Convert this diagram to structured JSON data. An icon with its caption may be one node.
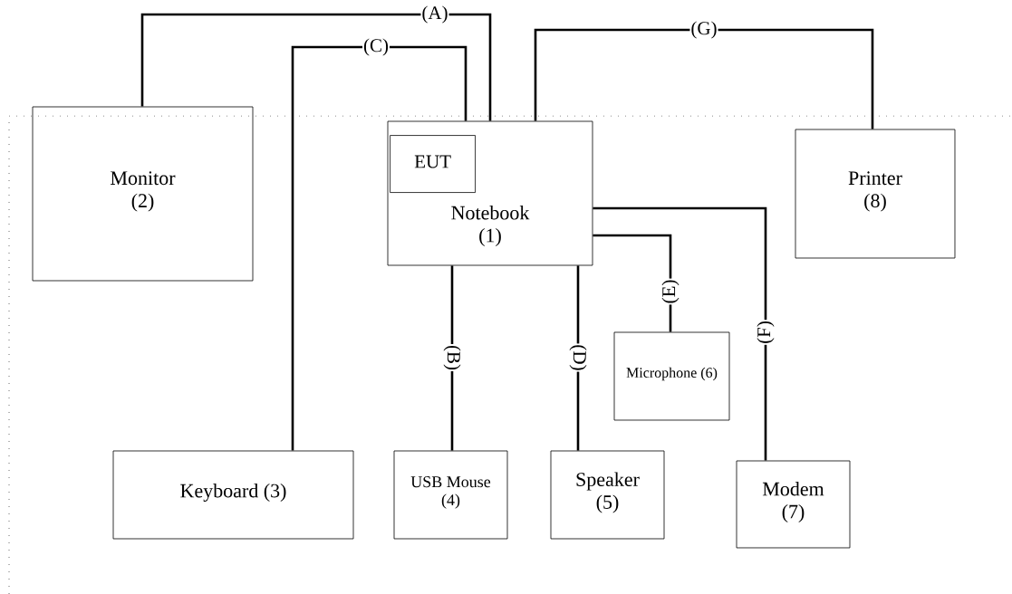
{
  "diagram": {
    "nodes": [
      {
        "text": [
          "Monitor (2)"
        ]
      },
      {
        "text": [
          "Notebook (1)"
        ]
      },
      {
        "text": [
          "EUT"
        ],
        "in": 1
      },
      {
        "text": [
          "Printer (8)"
        ]
      },
      {
        "text": [
          "Microphone (6)"
        ]
      },
      {
        "text": [
          "Keyboard (3)"
        ]
      },
      {
        "text": [
          "USB Mouse (4)"
        ]
      },
      {
        "text": [
          "Speaker (5)"
        ]
      },
      {
        "text": [
          "Modem (7)"
        ]
      }
    ],
    "edges": [
      {
        "from": 0,
        "to": 1,
        "arrow": "none",
        "label": "(A)"
      },
      {
        "from": 1,
        "to": 6,
        "arrow": "none",
        "label": "(B)"
      },
      {
        "from": 5,
        "to": 1,
        "arrow": "none",
        "label": "(C)"
      },
      {
        "from": 1,
        "to": 7,
        "arrow": "none",
        "label": "(D)"
      },
      {
        "from": 1,
        "to": 4,
        "arrow": "none",
        "label": "(E)"
      },
      {
        "from": 1,
        "to": 8,
        "arrow": "none",
        "label": "(F)"
      },
      {
        "from": 1,
        "to": 3,
        "arrow": "none",
        "label": "(G)"
      }
    ]
  }
}
